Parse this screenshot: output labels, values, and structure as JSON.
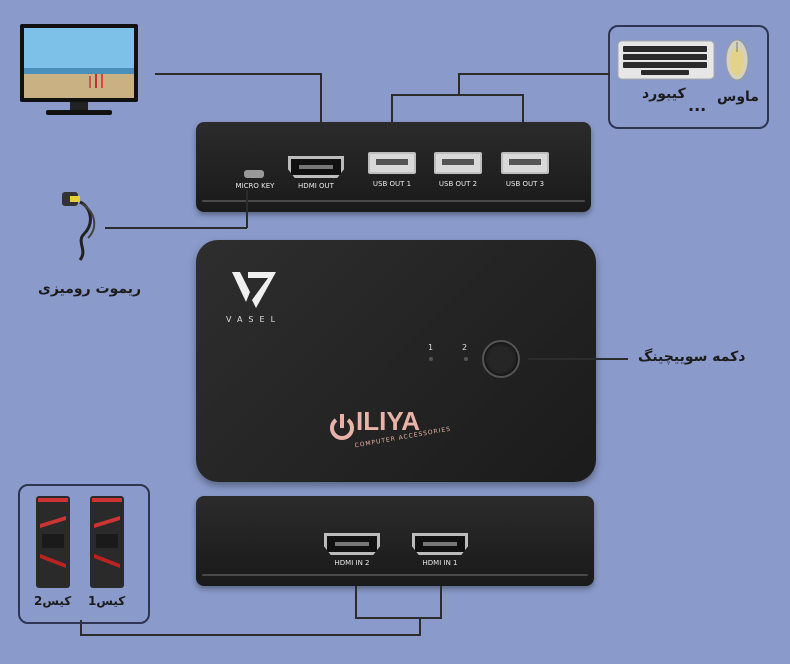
{
  "labels": {
    "mouse": "ماوس",
    "keyboard": "کیبورد",
    "more": "...",
    "remote": "ریموت رومیزی",
    "switch_button": "دکمه سوییچینگ",
    "case1": "کیس1",
    "case2": "کیس2"
  },
  "ports_top": {
    "micro_key": "MICRO KEY",
    "hdmi_out": "HDMI OUT",
    "usb1": "USB OUT 1",
    "usb2": "USB OUT 2",
    "usb3": "USB OUT 3"
  },
  "ports_bottom": {
    "hdmi_in2": "HDMI IN 2",
    "hdmi_in1": "HDMI IN 1"
  },
  "device": {
    "brand": "VASEL",
    "logo_text": "ILIYA",
    "logo_sub": "COMPUTER ACCESSORIES",
    "led1": "1",
    "led2": "2"
  },
  "colors": {
    "background": "#8a9bcb",
    "device_body": "#222222",
    "logo_brand": "#e8b2a6"
  }
}
